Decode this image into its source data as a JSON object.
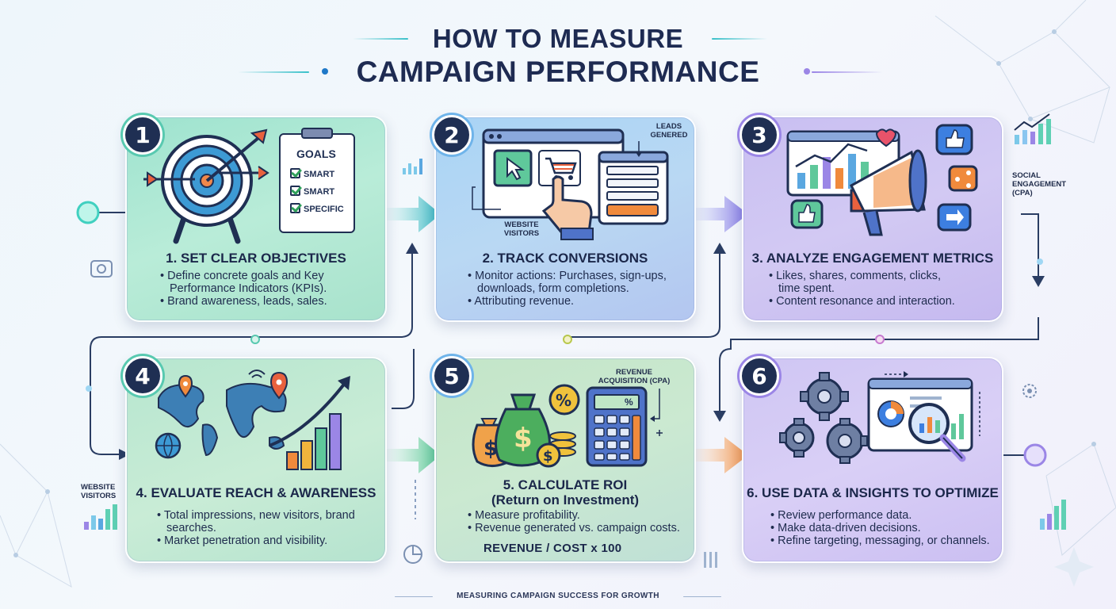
{
  "title": {
    "line1": "HOW TO MEASURE",
    "line2": "CAMPAIGN PERFORMANCE"
  },
  "steps": [
    {
      "number": "1",
      "title": "1. SET CLEAR OBJECTIVES",
      "bullets": [
        "Define concrete goals and Key Performance Indicators (KPIs).",
        "Brand awareness, leads, sales."
      ],
      "graphic": {
        "heading": "GOALS",
        "checklist": [
          "SMART",
          "SMART",
          "SPECIFIC"
        ]
      }
    },
    {
      "number": "2",
      "title": "2. TRACK CONVERSIONS",
      "bullets": [
        "Monitor actions: Purchases, sign-ups, downloads, form completions.",
        "Attributing revenue."
      ],
      "labels": {
        "leads": "LEADS GENERED",
        "visitors": "WEBSITE VISITORS"
      }
    },
    {
      "number": "3",
      "title": "3. ANALYZE ENGAGEMENT METRICS",
      "bullets": [
        "Likes, shares, comments, clicks, time spent.",
        "Content resonance and interaction."
      ]
    },
    {
      "number": "4",
      "title": "4. EVALUATE REACH & AWARENESS",
      "bullets": [
        "Total impressions, new visitors, brand searches.",
        "Market penetration and visibility."
      ]
    },
    {
      "number": "5",
      "title_line1": "5. CALCULATE ROI",
      "title_line2": "(Return on Investment)",
      "bullets": [
        "Measure profitability.",
        "Revenue generated vs. campaign costs."
      ],
      "formula": "REVENUE / COST x 100",
      "labels": {
        "revenue": "REVENUE ACQUISITION (CPA)",
        "calc_display": "%"
      }
    },
    {
      "number": "6",
      "title": "6. USE DATA & INSIGHTS TO OPTIMIZE",
      "bullets": [
        "Review performance data.",
        "Make data-driven decisions.",
        "Refine targeting, messaging, or channels."
      ]
    }
  ],
  "side_labels": {
    "social_engagement": "SOCIAL ENGAGEMENT (CPA)",
    "website_visitors": "WEBSITE VISITORS"
  },
  "footer": "MEASURING CAMPAIGN SUCCESS FOR GROWTH",
  "colors": {
    "navy": "#1f2f53",
    "teal": "#2fb5a5",
    "purple": "#8b6fe0",
    "orange": "#f08a3c"
  }
}
